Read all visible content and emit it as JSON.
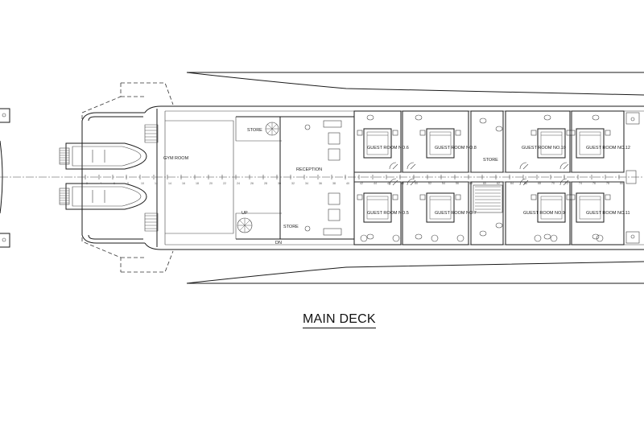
{
  "title": "MAIN DECK",
  "labels": {
    "gym": "GYM ROOM",
    "reception": "RECEPTION",
    "store_top": "STORE",
    "store_bottom": "STORE",
    "store_mid": "STORE",
    "up": "UP",
    "dn": "DN",
    "guest_a": "GUEST ROOM NO.6",
    "guest_b": "GUEST ROOM NO.8",
    "guest_c": "GUEST ROOM NO.10",
    "guest_d": "GUEST ROOM NO.12",
    "guest_e": "GUEST ROOM NO.5",
    "guest_f": "GUEST ROOM NO.7",
    "guest_g": "GUEST ROOM NO.9",
    "guest_h": "GUEST ROOM NO.11"
  },
  "frame_ticks": [
    "2",
    "4",
    "6",
    "8",
    "10",
    "12",
    "14",
    "16",
    "18",
    "20",
    "22",
    "24",
    "26",
    "28",
    "30",
    "32",
    "34",
    "36",
    "38",
    "40",
    "42",
    "44",
    "46",
    "48",
    "50",
    "52",
    "54",
    "56",
    "58",
    "60",
    "62",
    "64",
    "66",
    "68",
    "70",
    "72",
    "74",
    "76",
    "78",
    "80"
  ]
}
